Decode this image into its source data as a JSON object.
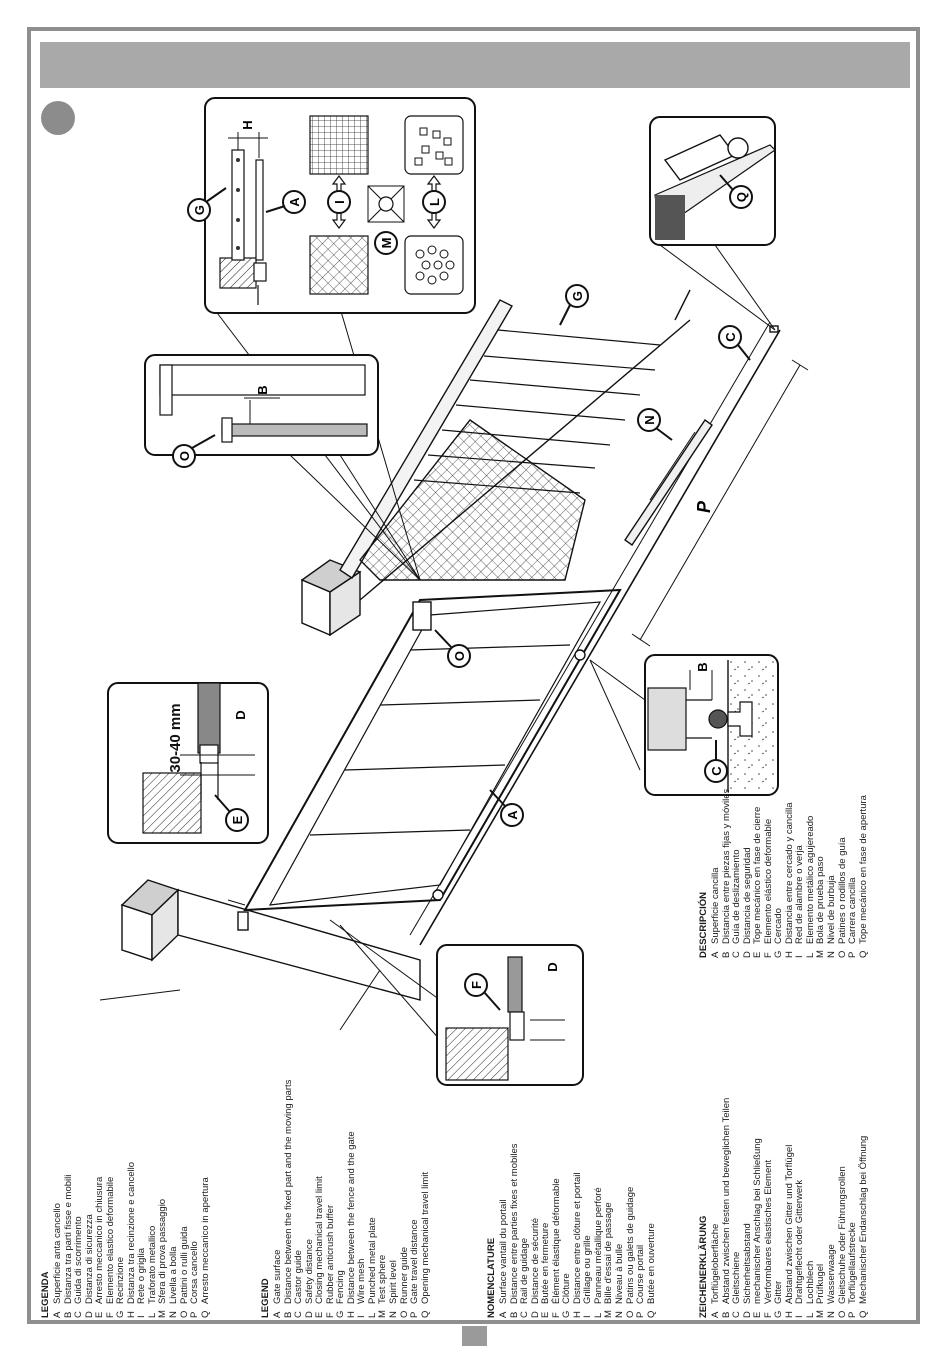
{
  "diagram": {
    "letter_labels": [
      "A",
      "B",
      "C",
      "D",
      "E",
      "F",
      "G",
      "H",
      "I",
      "L",
      "M",
      "N",
      "O",
      "P",
      "Q"
    ],
    "dimension_text": "30-40 mm"
  },
  "legends": {
    "italian": {
      "title": "LEGENDA",
      "items": [
        {
          "key": "A",
          "text": "Superficie anta cancello"
        },
        {
          "key": "B",
          "text": "Distanza tra parti fisse e mobili"
        },
        {
          "key": "C",
          "text": "Guida di scorrimento"
        },
        {
          "key": "D",
          "text": "Distanza di sicurezza"
        },
        {
          "key": "E",
          "text": "Arresto meccanico in chiusura"
        },
        {
          "key": "F",
          "text": "Elemento elastico deformabile"
        },
        {
          "key": "G",
          "text": "Recinzione"
        },
        {
          "key": "H",
          "text": "Distanza tra recinzione e cancello"
        },
        {
          "key": "I",
          "text": "Rete o griglia"
        },
        {
          "key": "L",
          "text": "Traforato metallico"
        },
        {
          "key": "M",
          "text": "Sfera di prova passaggio"
        },
        {
          "key": "N",
          "text": "Livella a bolla"
        },
        {
          "key": "O",
          "text": "Pattini o rulli guida"
        },
        {
          "key": "P",
          "text": "Corsa cancello"
        },
        {
          "key": "Q",
          "text": "Arresto meccanico in apertura"
        }
      ]
    },
    "english": {
      "title": "LEGEND",
      "items": [
        {
          "key": "A",
          "text": "Gate surface"
        },
        {
          "key": "B",
          "text": "Distance between the fixed part and the moving parts"
        },
        {
          "key": "C",
          "text": "Castor guide"
        },
        {
          "key": "D",
          "text": "Safety distance"
        },
        {
          "key": "E",
          "text": "Closing mechanical travel limit"
        },
        {
          "key": "F",
          "text": "Rubber anticrush buffer"
        },
        {
          "key": "G",
          "text": "Fencing"
        },
        {
          "key": "H",
          "text": "Distance between the fence and the gate"
        },
        {
          "key": "I",
          "text": "Wire mesh"
        },
        {
          "key": "L",
          "text": "Punched metal plate"
        },
        {
          "key": "M",
          "text": "Test sphere"
        },
        {
          "key": "N",
          "text": "Spirit level"
        },
        {
          "key": "O",
          "text": "Runner guide"
        },
        {
          "key": "P",
          "text": "Gate travel distance"
        },
        {
          "key": "Q",
          "text": "Opening mechanical travel limit"
        }
      ]
    },
    "french": {
      "title": "NOMENCLATURE",
      "items": [
        {
          "key": "A",
          "text": "Surface vantail du portail"
        },
        {
          "key": "B",
          "text": "Distance entre parties fixes et mobiles"
        },
        {
          "key": "C",
          "text": "Rail de guidage"
        },
        {
          "key": "D",
          "text": "Distance de sécurité"
        },
        {
          "key": "E",
          "text": "Butée en fermeture"
        },
        {
          "key": "F",
          "text": "Élément élastique déformable"
        },
        {
          "key": "G",
          "text": "Clôture"
        },
        {
          "key": "H",
          "text": "Distance entre clôture et portail"
        },
        {
          "key": "I",
          "text": "Grillage ou grille"
        },
        {
          "key": "L",
          "text": "Panneau métallique perforé"
        },
        {
          "key": "M",
          "text": "Bille d'essai de passage"
        },
        {
          "key": "N",
          "text": "Niveau à bulle"
        },
        {
          "key": "O",
          "text": "Patins ou galets de guidage"
        },
        {
          "key": "P",
          "text": "Course portail"
        },
        {
          "key": "Q",
          "text": "Butée en ouverture"
        }
      ]
    },
    "german": {
      "title": "ZEICHENERKLÄRUNG",
      "items": [
        {
          "key": "A",
          "text": "Torflügeloberfläche"
        },
        {
          "key": "B",
          "text": "Abstand zwischen festen und beweglichen Teilen"
        },
        {
          "key": "C",
          "text": "Gleitschiene"
        },
        {
          "key": "D",
          "text": "Sicherheitsabstand"
        },
        {
          "key": "E",
          "text": "mechanischer Anschlag bei Schließung"
        },
        {
          "key": "F",
          "text": "Verformbares elastisches Element"
        },
        {
          "key": "G",
          "text": "Gitter"
        },
        {
          "key": "H",
          "text": "Abstand zwischen Gitter und Torflügel"
        },
        {
          "key": "I",
          "text": "Drahtgeflecht oder Gitterwerk"
        },
        {
          "key": "L",
          "text": "Lochblech"
        },
        {
          "key": "M",
          "text": "Prüfkugel"
        },
        {
          "key": "N",
          "text": "Wasserwaage"
        },
        {
          "key": "O",
          "text": "Gleitschuhe oder Führungsrollen"
        },
        {
          "key": "P",
          "text": "Torflügellaufstrecke"
        },
        {
          "key": "Q",
          "text": "Mechanischer Endanschlag bei Öffnung"
        }
      ]
    },
    "spanish": {
      "title": "DESCRIPCIÓN",
      "items": [
        {
          "key": "A",
          "text": "Superficie cancilla"
        },
        {
          "key": "B",
          "text": "Distancia entre piezas fijas y móviles"
        },
        {
          "key": "C",
          "text": "Guía de deslizamiento"
        },
        {
          "key": "D",
          "text": "Distancia de seguridad"
        },
        {
          "key": "E",
          "text": "Tope mecánico en fase de cierre"
        },
        {
          "key": "F",
          "text": "Elemento elástico deformable"
        },
        {
          "key": "G",
          "text": "Cercado"
        },
        {
          "key": "H",
          "text": "Distancia entre cercado y cancilla"
        },
        {
          "key": "I",
          "text": "Red de alambre o verja"
        },
        {
          "key": "L",
          "text": "Elemento metálico agujereado"
        },
        {
          "key": "M",
          "text": "Bola de prueba paso"
        },
        {
          "key": "N",
          "text": "Nivel de burbuja"
        },
        {
          "key": "O",
          "text": "Patines o rodillos de guía"
        },
        {
          "key": "P",
          "text": "Carrera cancilla"
        },
        {
          "key": "Q",
          "text": "Tope mecánico en fase de apertura"
        }
      ]
    }
  }
}
